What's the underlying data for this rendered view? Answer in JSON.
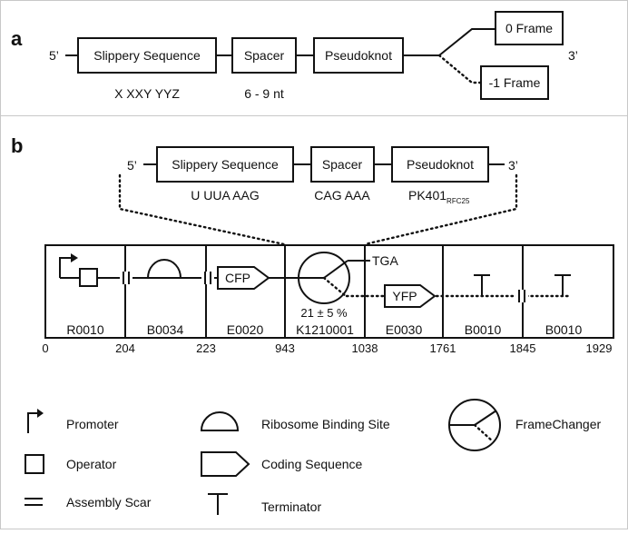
{
  "panel_a": {
    "label": "a",
    "five_prime": "5’",
    "three_prime": "3’",
    "slippery": "Slippery Sequence",
    "spacer": "Spacer",
    "pseudoknot": "Pseudoknot",
    "slippery_sub": "X XXY YYZ",
    "spacer_sub": "6 - 9 nt",
    "frame0": "0 Frame",
    "frame_minus1": "-1 Frame"
  },
  "panel_b": {
    "label": "b",
    "five_prime": "5’",
    "three_prime": "3’",
    "slippery": "Slippery Sequence",
    "spacer": "Spacer",
    "pseudoknot": "Pseudoknot",
    "slippery_sub": "U UUA AAG",
    "spacer_sub": "CAG AAA",
    "pk_main": "PK401",
    "pk_sub": "RFC25",
    "cfp": "CFP",
    "yfp": "YFP",
    "tga": "TGA",
    "efficiency": "21 ± 5 %",
    "parts": [
      "R0010",
      "B0034",
      "E0020",
      "K1210001",
      "E0030",
      "B0010",
      "B0010"
    ],
    "positions": [
      "0",
      "204",
      "223",
      "943",
      "1038",
      "1761",
      "1845",
      "1929"
    ]
  },
  "legend": {
    "promoter": "Promoter",
    "operator": "Operator",
    "scar": "Assembly Scar",
    "rbs": "Ribosome Binding Site",
    "cds": "Coding Sequence",
    "terminator": "Terminator",
    "framechanger": "FrameChanger"
  }
}
